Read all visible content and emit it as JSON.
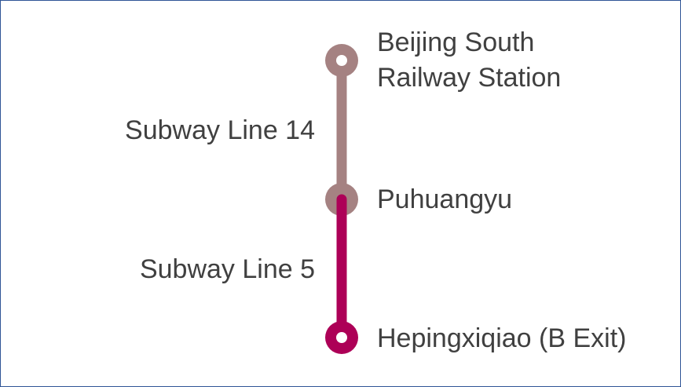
{
  "stations": [
    {
      "name_line1": "Beijing South",
      "name_line2": "Railway Station"
    },
    {
      "name": "Puhuangyu"
    },
    {
      "name": "Hepingxiqiao (B Exit)"
    }
  ],
  "lines": [
    {
      "name": "Subway Line 14",
      "color": "#a58282"
    },
    {
      "name": "Subway Line 5",
      "color": "#ad0057"
    }
  ]
}
